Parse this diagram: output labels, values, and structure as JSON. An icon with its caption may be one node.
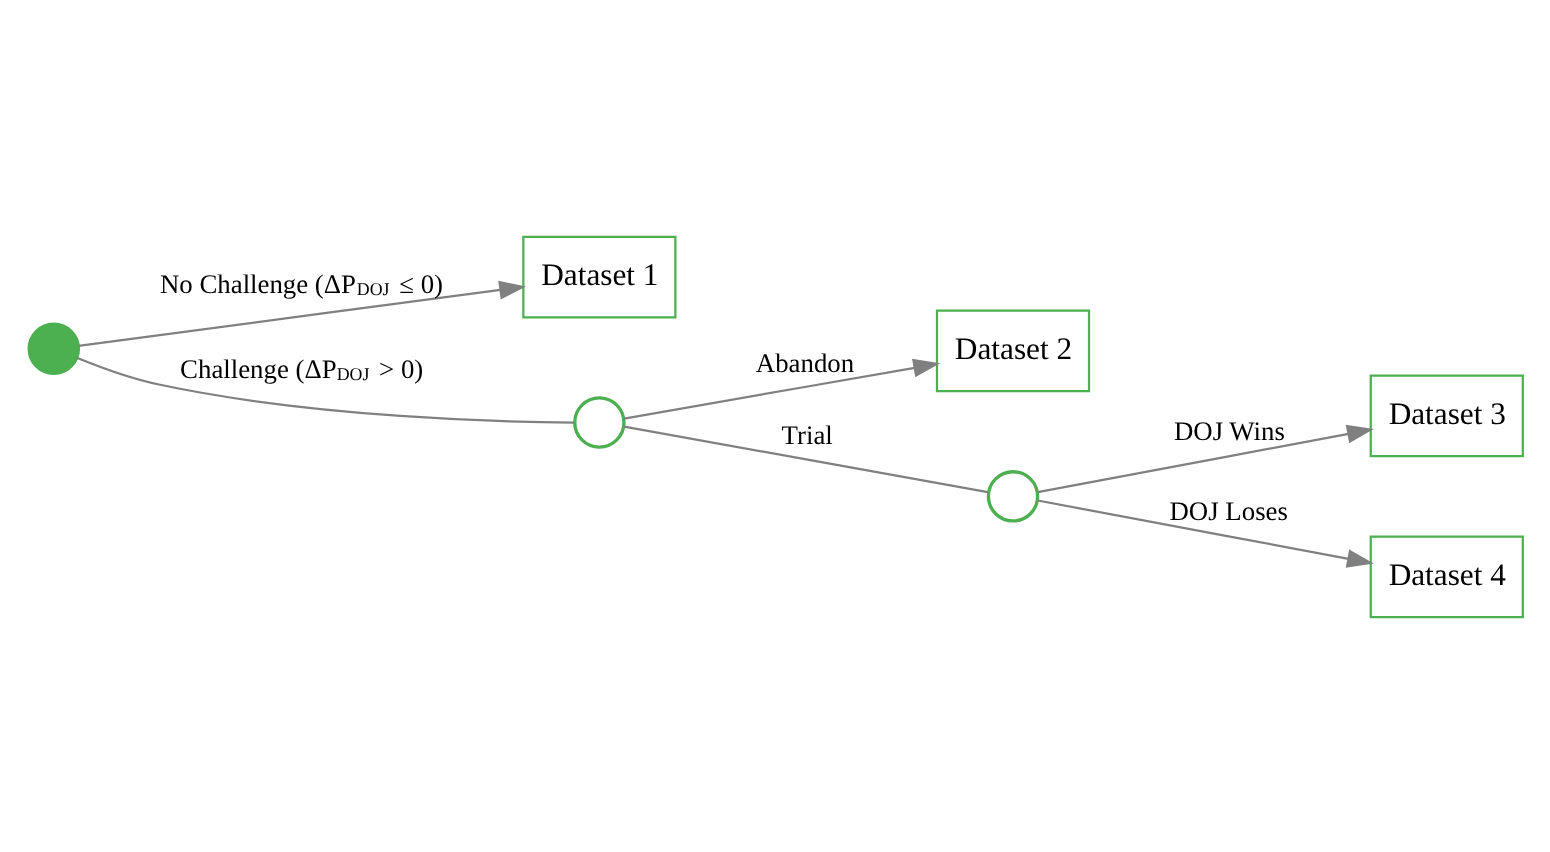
{
  "diagram": {
    "nodes": [
      {
        "text": [],
        "shape": "circle"
      },
      {
        "text": [
          "Dataset 1"
        ]
      },
      {
        "text": [],
        "shape": "circle"
      },
      {
        "text": [
          "Dataset 2"
        ]
      },
      {
        "text": [],
        "shape": "circle"
      },
      {
        "text": [
          "Dataset 3"
        ]
      },
      {
        "text": [
          "Dataset 4"
        ]
      }
    ],
    "edges": [
      {
        "from": 0,
        "to": 1,
        "arrow": "to",
        "label": "No Challenge (ΔP$_{DOJ}$ ≤ 0)"
      },
      {
        "from": 0,
        "to": 2,
        "arrow": "none",
        "label": "Challenge (ΔP$_{DOJ}$ > 0)"
      },
      {
        "from": 2,
        "to": 3,
        "arrow": "to",
        "label": "Abandon"
      },
      {
        "from": 2,
        "to": 4,
        "arrow": "none",
        "label": "Trial"
      },
      {
        "from": 4,
        "to": 5,
        "arrow": "to",
        "label": "DOJ Wins"
      },
      {
        "from": 4,
        "to": 6,
        "arrow": "to",
        "label": "DOJ Loses"
      }
    ]
  }
}
